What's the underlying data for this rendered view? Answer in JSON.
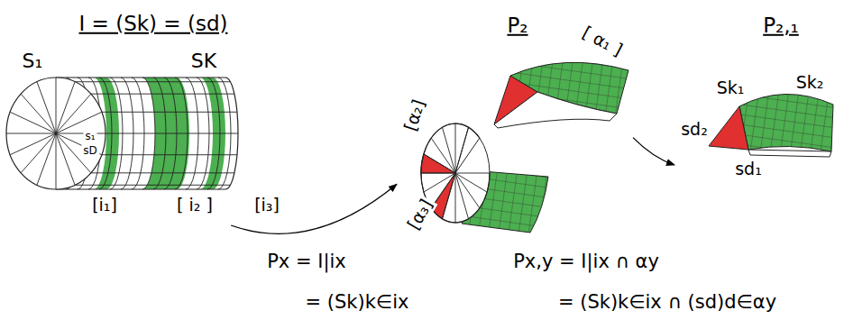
{
  "diagram": {
    "nodes": [
      {
        "text": [
          "I = (Sk) = (sd)",
          "S₁",
          "SK",
          "s₁",
          "sD",
          "[i₁]",
          "[ i₂ ]",
          "[i₃]"
        ]
      },
      {
        "text": [
          "P₂",
          "[ α₁ ]",
          "[α₂]",
          "[α₃]"
        ]
      },
      {
        "text": [
          "P₂,₁",
          "Sk₁",
          "Sk₂",
          "sd₂",
          "sd₁"
        ]
      }
    ],
    "edges": [
      {
        "from": 0,
        "to": 1,
        "arrow": "to"
      },
      {
        "from": 1,
        "to": 2,
        "arrow": "to"
      }
    ],
    "labels": [
      "Px = I|ix",
      "= (Sk)k∈ix",
      "Px,y = I|ix ∩ αy",
      "= (Sk)k∈ix ∩ (sd)d∈αy"
    ]
  }
}
